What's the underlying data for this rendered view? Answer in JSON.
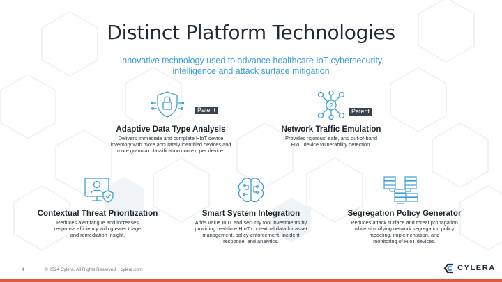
{
  "slide": {
    "title": "Distinct Platform Technologies",
    "subtitle_line1": "Innovative technology used to advance healthcare IoT cybersecurity",
    "subtitle_line2": "intelligence and attack surface mitigation",
    "accent_color": "#3b9fd6",
    "bar_color": "#e0583a"
  },
  "features": [
    {
      "title": "Adaptive Data Type Analysis",
      "desc": [
        "Delivers immediate and complete HIoT device",
        "inventory with more accurately identified devices and",
        "more granular classification context per device."
      ],
      "badge": "Patent",
      "icon": "shield-lock-icon"
    },
    {
      "title": "Network Traffic Emulation",
      "desc": [
        "Provides rigorous, safe, and out-of-band",
        "HIoT device vulnerability detection."
      ],
      "badge": "Patent",
      "icon": "network-hub-icon"
    },
    {
      "title": "Contextual Threat Prioritization",
      "desc": [
        "Reduces alert fatigue and increases",
        "response efficiency with greater triage",
        "and remediation insight."
      ],
      "icon": "monitor-user-icon"
    },
    {
      "title": "Smart System Integration",
      "desc": [
        "Adds value to IT and security tool investments by",
        "providing real-time HIoT contextual data for asset",
        "management, policy-enforcement, incident",
        "response, and analytics."
      ],
      "icon": "brain-circuit-icon"
    },
    {
      "title": "Segregation Policy Generator",
      "desc": [
        "Reduces attack surface and threat propagation",
        "while simplifying network segregation policy",
        "modeling, implementation, and",
        "monitoring of HIoT devices."
      ],
      "icon": "server-racks-icon"
    }
  ],
  "footer": {
    "page_number": "4",
    "copyright": "© 2024 Cylera. All Rights Reserved.  |  cylera.com",
    "logo_text": "CYLERA"
  }
}
